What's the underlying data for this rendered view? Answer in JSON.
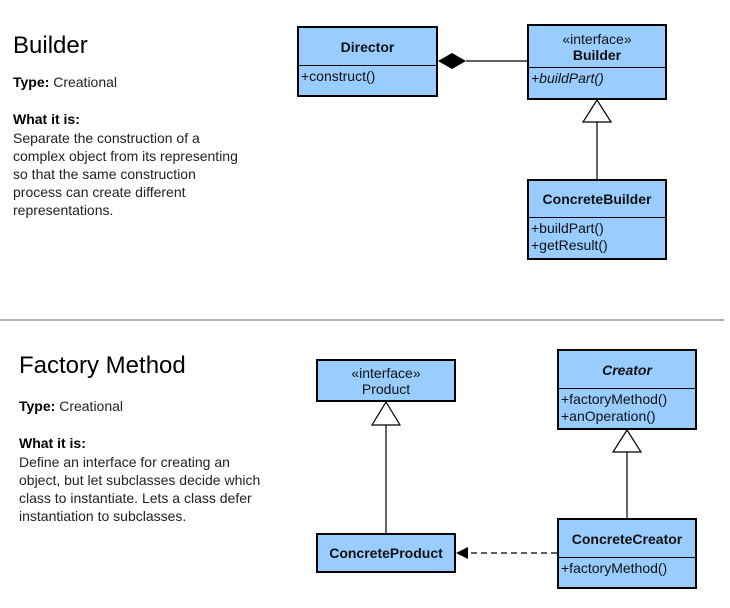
{
  "builder": {
    "title": "Builder",
    "type_label": "Type:",
    "type_value": "Creational",
    "what_label": "What it is:",
    "what_lines": [
      "Separate the construction of a",
      "complex object from its representing",
      "so that the same construction",
      "process can create different",
      "representations."
    ],
    "director": {
      "name": "Director",
      "op": "+construct()"
    },
    "builder_if": {
      "stereotype": "«interface»",
      "name": "Builder",
      "op": "+buildPart()"
    },
    "concrete_builder": {
      "name": "ConcreteBuilder",
      "op1": "+buildPart()",
      "op2": "+getResult()"
    }
  },
  "factory": {
    "title": "Factory Method",
    "type_label": "Type:",
    "type_value": "Creational",
    "what_label": "What it is:",
    "what_lines": [
      "Define an interface for creating an",
      "object, but let subclasses decide which",
      "class to instantiate. Lets a class defer",
      "instantiation to subclasses."
    ],
    "product": {
      "stereotype": "«interface»",
      "name": "Product"
    },
    "creator": {
      "name": "Creator",
      "op1": "+factoryMethod()",
      "op2": "+anOperation()"
    },
    "concrete_product": {
      "name": "ConcreteProduct"
    },
    "concrete_creator": {
      "name": "ConcreteCreator",
      "op": "+factoryMethod()"
    }
  },
  "colors": {
    "class_fill": "#99ccff",
    "divider": "#b3b3b3"
  }
}
